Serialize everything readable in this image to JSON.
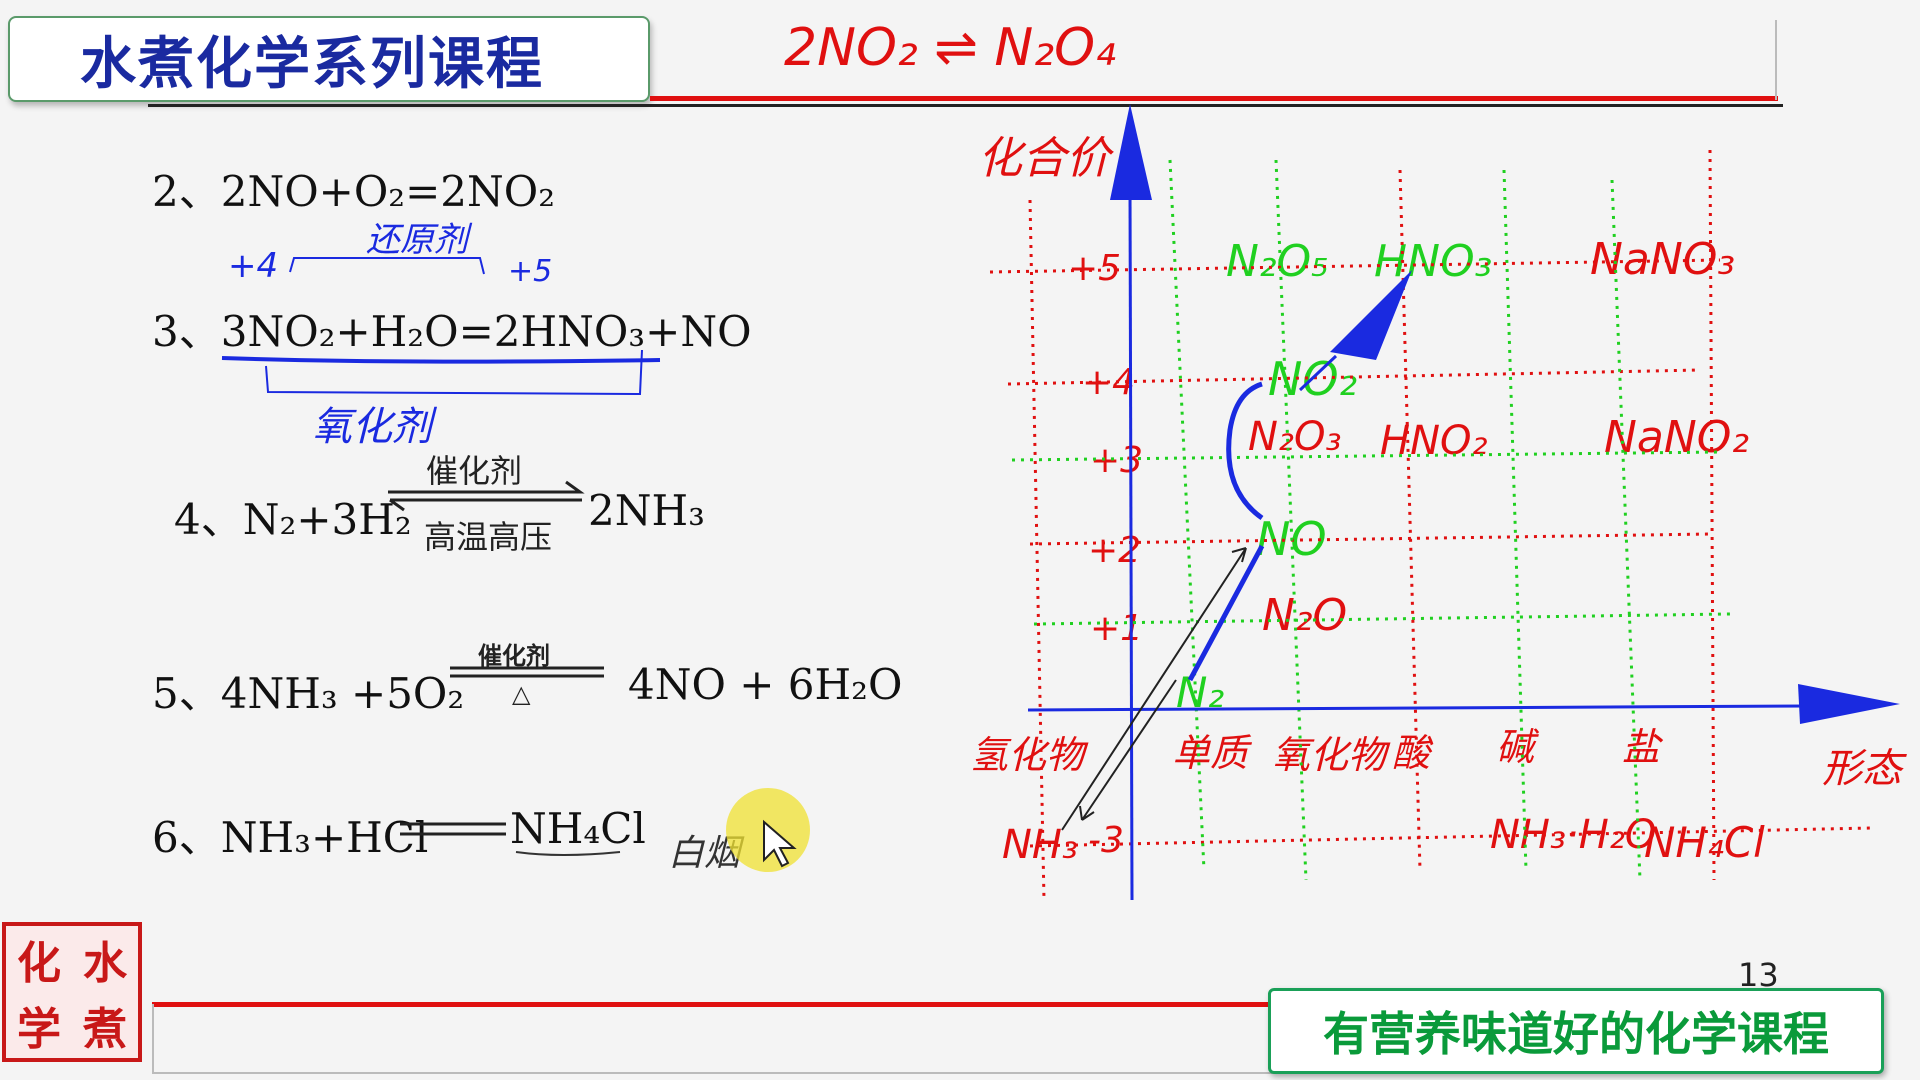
{
  "header": {
    "title": "水煮化学系列课程",
    "top_equation": "2NO₂ ⇌ N₂O₄"
  },
  "equations": [
    {
      "num": "2、",
      "text": "2NO+O₂=2NO₂"
    },
    {
      "num": "3、",
      "text": "3NO₂+H₂O=2HNO₃+NO"
    },
    {
      "num": "4、",
      "left": "N₂+3H₂",
      "above": "催化剂",
      "below": "高温高压",
      "right": "2NH₃"
    },
    {
      "num": "5、",
      "left": "4NH₃ +5O₂",
      "above": "催化剂",
      "below": "△",
      "right": "4NO + 6H₂O"
    },
    {
      "num": "6、",
      "left": "NH₃+HCl",
      "right": "NH₄Cl"
    }
  ],
  "annotations": {
    "plus4": "+4",
    "plus5": "+5",
    "reducer": "还原剂",
    "oxidizer": "氧化剂",
    "white_smoke": "白烟"
  },
  "chart": {
    "y_axis_label": "化合价",
    "x_axis_label": "形态",
    "y_levels": [
      "+5",
      "+4",
      "+3",
      "+2",
      "+1",
      "-3"
    ],
    "x_categories": [
      "氢化物",
      "单质",
      "氧化物",
      "酸",
      "碱",
      "盐"
    ],
    "species": {
      "N2O5": "N₂O₅",
      "HNO3": "HNO₃",
      "NaNO3": "NaNO₃",
      "NO2": "NO₂",
      "N2O3": "N₂O₃",
      "HNO2": "HNO₂",
      "NaNO2": "NaNO₂",
      "NO": "NO",
      "N2O": "N₂O",
      "N2": "N₂",
      "NH3": "NH₃",
      "NH3H2O": "NH₃·H₂O",
      "NH4Cl": "NH₄Cl"
    }
  },
  "footer": {
    "seal": [
      "化",
      "水",
      "学",
      "煮"
    ],
    "page_number": "13",
    "slogan": "有营养味道好的化学课程"
  },
  "colors": {
    "red": "#e01010",
    "blue": "#1a2ae0",
    "green": "#20d020",
    "title_blue": "#1a2aa0"
  }
}
